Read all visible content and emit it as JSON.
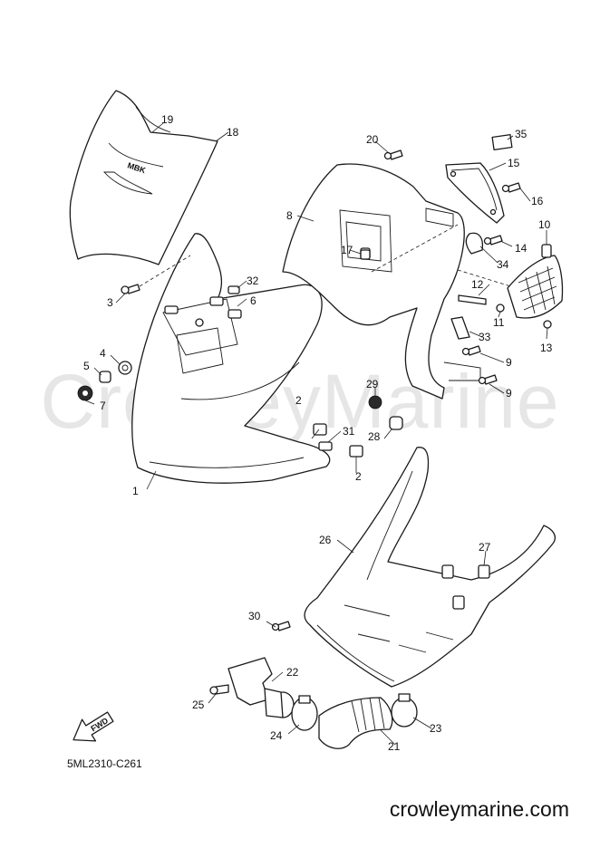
{
  "watermark": "CrowleyMarine",
  "diagram_code": "5ML2310-C261",
  "site": "crowleymarine.com",
  "logo_text": "MBK",
  "fwd_text": "FWD",
  "callouts": [
    "1",
    "2",
    "2",
    "3",
    "4",
    "5",
    "6",
    "7",
    "8",
    "9",
    "9",
    "10",
    "11",
    "12",
    "13",
    "14",
    "15",
    "16",
    "17",
    "18",
    "19",
    "20",
    "21",
    "22",
    "23",
    "24",
    "25",
    "26",
    "27",
    "28",
    "29",
    "30",
    "31",
    "32",
    "33",
    "34",
    "35"
  ]
}
